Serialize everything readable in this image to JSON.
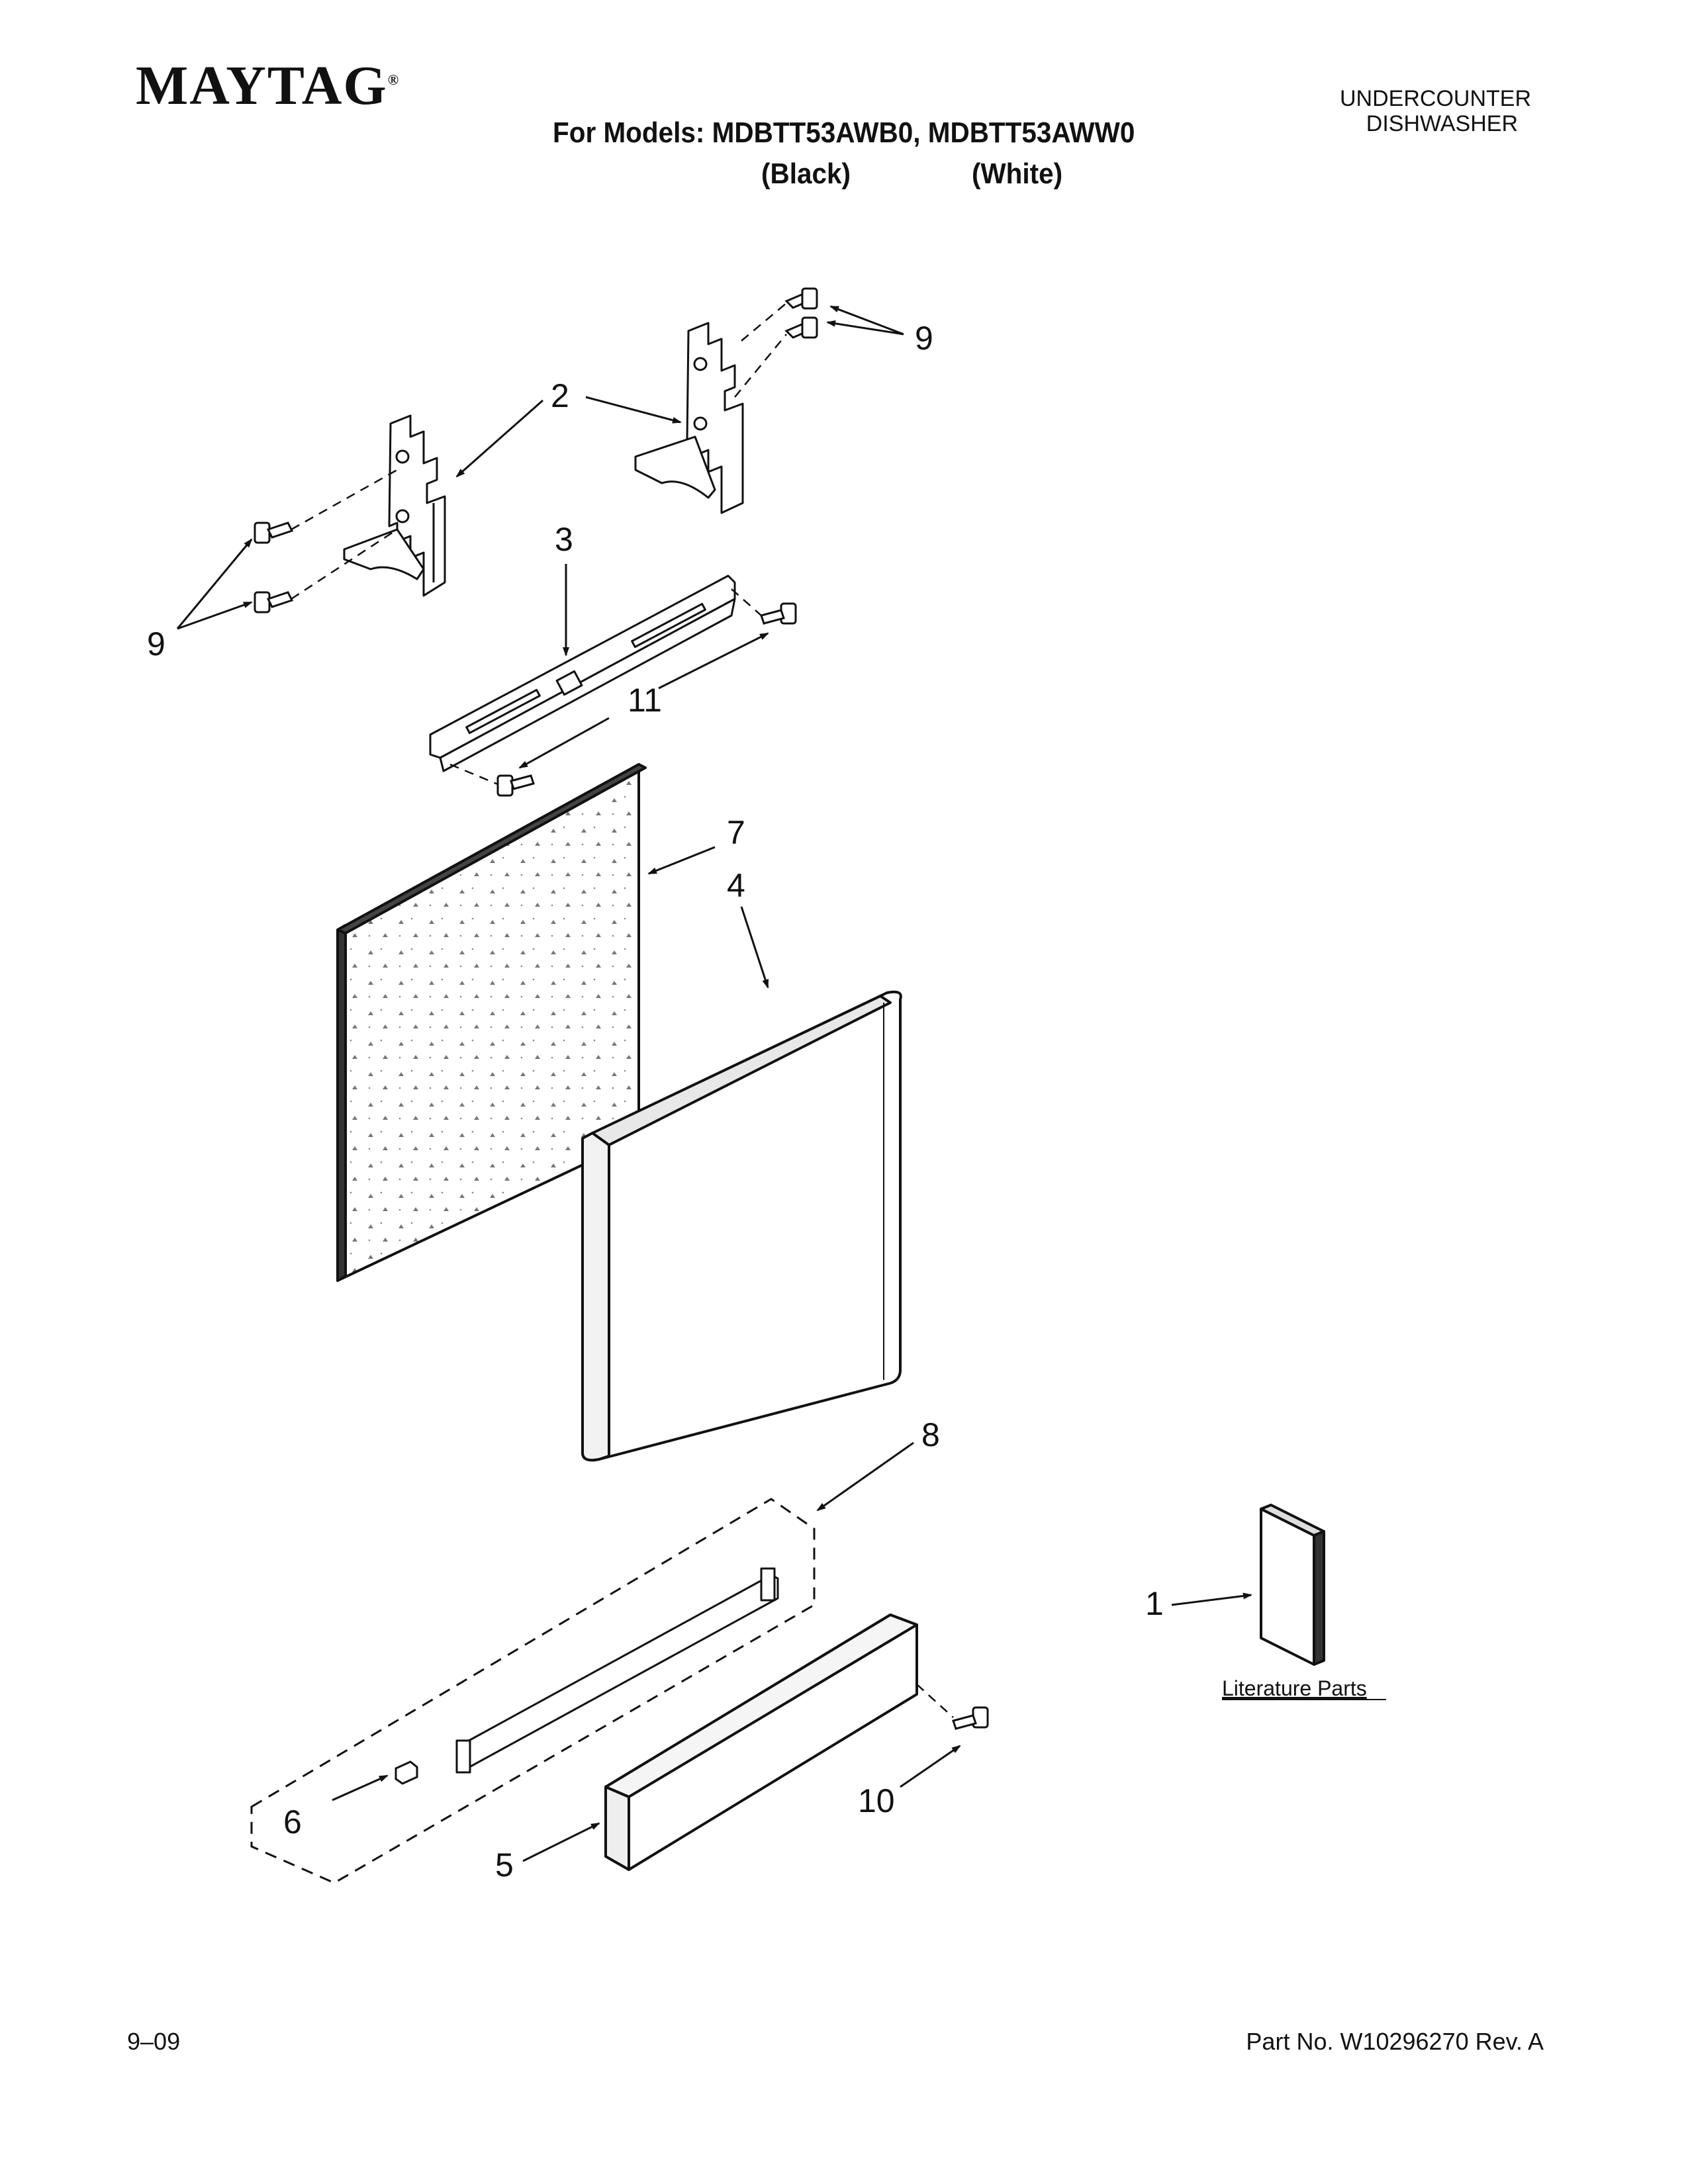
{
  "header": {
    "brand": "MAYTAG",
    "brand_mark": "®",
    "models_line": "For Models: MDBTT53AWB0, MDBTT53AWW0",
    "color_black": "(Black)",
    "color_white": "(White)",
    "product_line1": "UNDERCOUNTER",
    "product_line2": "DISHWASHER"
  },
  "diagram": {
    "callouts": [
      "2",
      "9",
      "9",
      "3",
      "11",
      "7",
      "4",
      "8",
      "1",
      "6",
      "5",
      "10"
    ],
    "literature_label": "Literature Parts"
  },
  "footer": {
    "date": "9–09",
    "part_number": "Part No. W10296270 Rev. A"
  }
}
